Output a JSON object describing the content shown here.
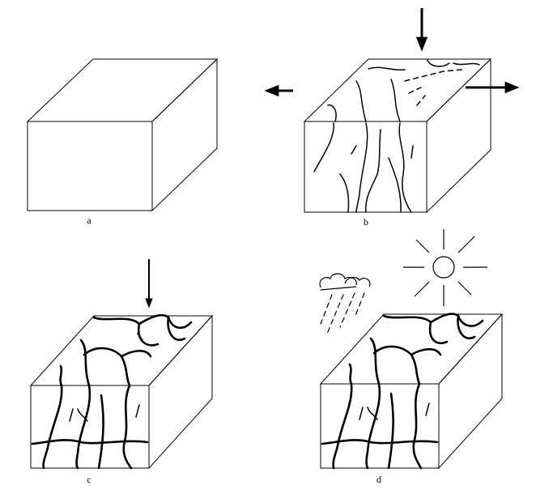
{
  "panels": [
    {
      "id": "a",
      "label": "a"
    },
    {
      "id": "b",
      "label": "b"
    },
    {
      "id": "c",
      "label": "c"
    },
    {
      "id": "d",
      "label": "d"
    }
  ],
  "icons": {
    "pressure_arrow": "arrow-icon",
    "sun": "sun-icon",
    "rain_cloud": "rain-cloud-icon"
  }
}
